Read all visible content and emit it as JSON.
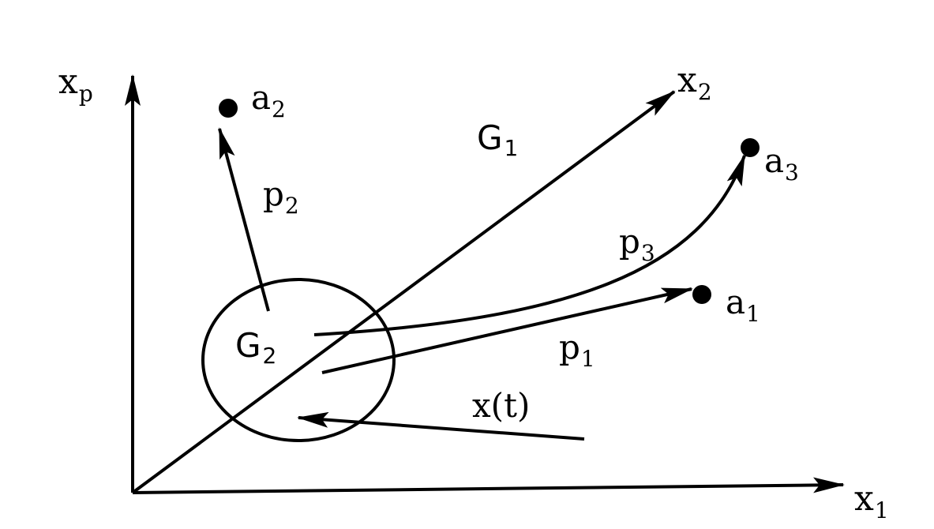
{
  "colors": {
    "ink": "#000000",
    "background": "#ffffff"
  },
  "axes": {
    "horizontal": {
      "base": "x",
      "sub": "1"
    },
    "vertical": {
      "base": "x",
      "sub": "p"
    },
    "diagonal": {
      "base": "x",
      "sub": "2"
    }
  },
  "regions": {
    "outer": {
      "base": "G",
      "sub": "1"
    },
    "inner": {
      "base": "G",
      "sub": "2"
    }
  },
  "points": [
    {
      "base": "a",
      "sub": "1"
    },
    {
      "base": "a",
      "sub": "2"
    },
    {
      "base": "a",
      "sub": "3"
    }
  ],
  "paths": [
    {
      "base": "p",
      "sub": "1"
    },
    {
      "base": "p",
      "sub": "2"
    },
    {
      "base": "p",
      "sub": "3"
    }
  ],
  "trajectory": {
    "label": "x(t)"
  }
}
